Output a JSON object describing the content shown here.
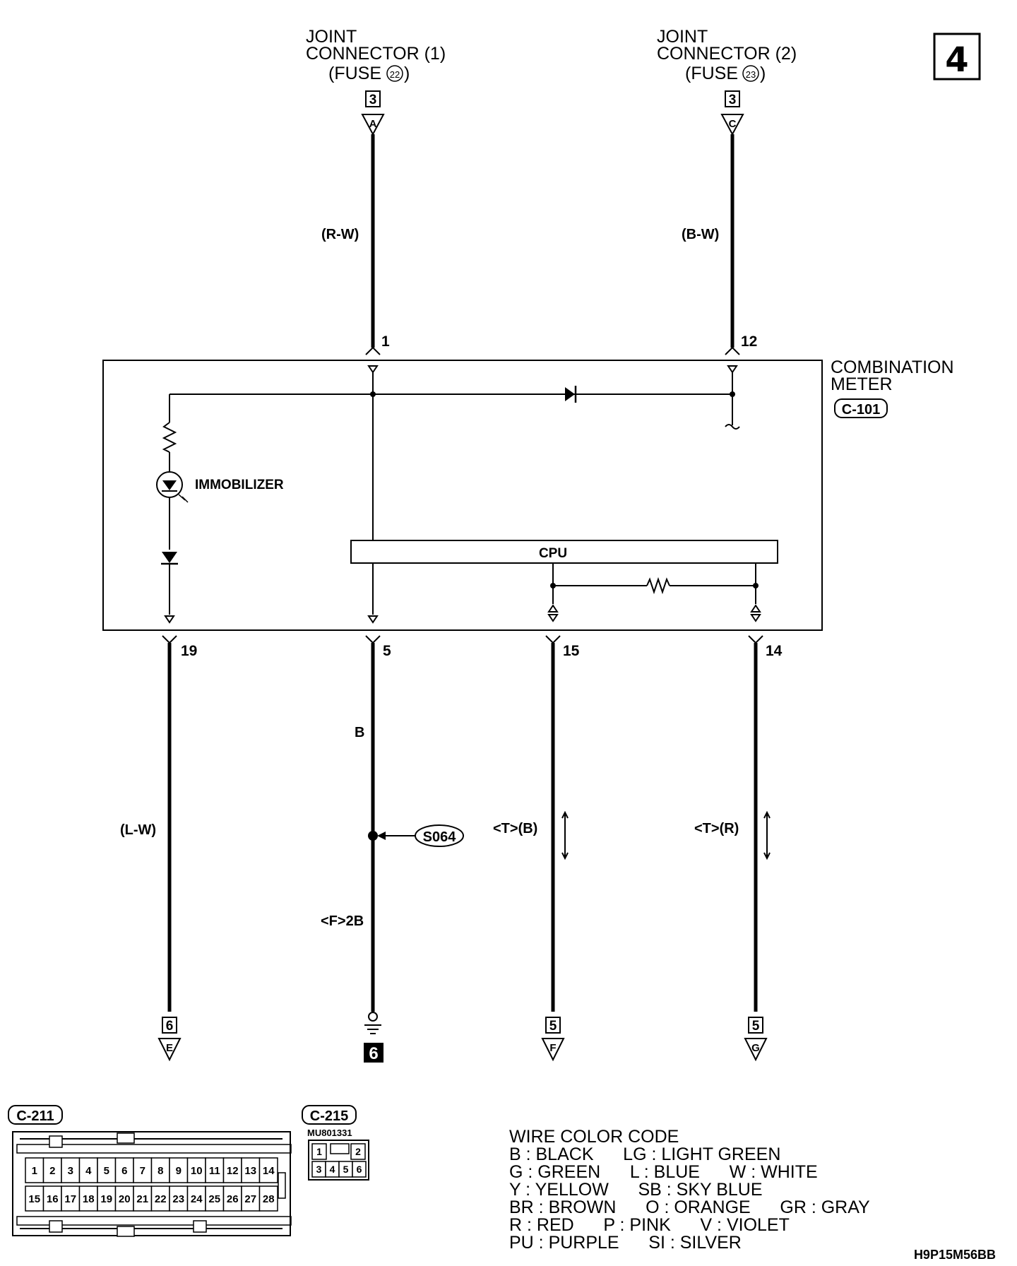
{
  "page_number": "4",
  "joint_connectors": [
    {
      "line1": "JOINT",
      "line2": "CONNECTOR (1)",
      "fuse_prefix": "(FUSE",
      "fuse_num": "22",
      "fuse_suffix": ")",
      "page": "3",
      "letter": "A",
      "wire": "(R-W)",
      "pin": "1"
    },
    {
      "line1": "JOINT",
      "line2": "CONNECTOR (2)",
      "fuse_prefix": "(FUSE",
      "fuse_num": "23",
      "fuse_suffix": ")",
      "page": "3",
      "letter": "C",
      "wire": "(B-W)",
      "pin": "12"
    }
  ],
  "meter": {
    "line1": "COMBINATION",
    "line2": "METER",
    "connector": "C-101"
  },
  "immobilizer_label": "IMMOBILIZER",
  "cpu_label": "CPU",
  "bottom_pins": [
    "19",
    "5",
    "15",
    "14"
  ],
  "wires_bottom": {
    "left": "(L-W)",
    "ground_color": "B",
    "ground_code": "<F>2B",
    "splice": "S064",
    "t_b": "<T>(B)",
    "t_r": "<T>(R)"
  },
  "bottom_refs": [
    {
      "page": "6",
      "letter": "E"
    },
    {
      "page": "5",
      "letter": "F"
    },
    {
      "page": "5",
      "letter": "G"
    }
  ],
  "ground_ref": "6",
  "connector_c211": {
    "label": "C-211",
    "row1": [
      "1",
      "2",
      "3",
      "4",
      "5",
      "6",
      "7",
      "8",
      "9",
      "10",
      "11",
      "12",
      "13",
      "14"
    ],
    "row2": [
      "15",
      "16",
      "17",
      "18",
      "19",
      "20",
      "21",
      "22",
      "23",
      "24",
      "25",
      "26",
      "27",
      "28"
    ]
  },
  "connector_c215": {
    "label": "C-215",
    "part": "MU801331",
    "row1": [
      "1",
      "2"
    ],
    "row2": [
      "3",
      "4",
      "5",
      "6"
    ]
  },
  "wire_color_code": {
    "title": "WIRE COLOR CODE",
    "lines": [
      "B : BLACK      LG : LIGHT GREEN",
      "G : GREEN      L : BLUE      W : WHITE",
      "Y : YELLOW      SB : SKY BLUE",
      "BR : BROWN      O : ORANGE      GR : GRAY",
      "R : RED      P : PINK      V : VIOLET",
      "PU : PURPLE      SI : SILVER"
    ]
  },
  "figure_code": "H9P15M56BB"
}
